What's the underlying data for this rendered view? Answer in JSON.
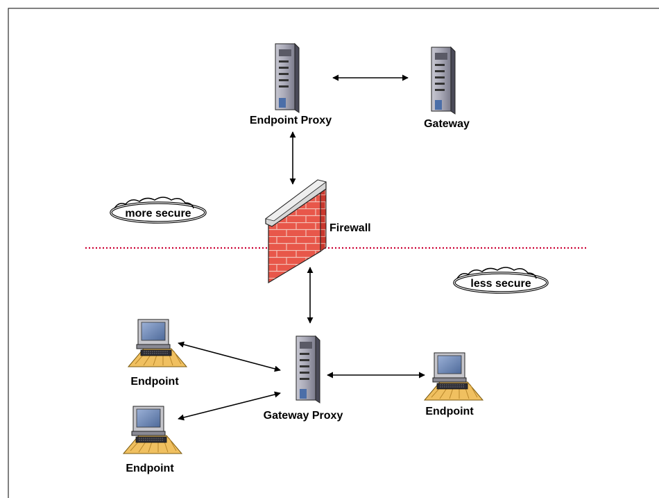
{
  "nodes": {
    "endpoint_proxy": "Endpoint Proxy",
    "gateway": "Gateway",
    "firewall": "Firewall",
    "gateway_proxy": "Gateway Proxy",
    "endpoint_left_top": "Endpoint",
    "endpoint_left_bottom": "Endpoint",
    "endpoint_right": "Endpoint"
  },
  "zones": {
    "upper": "more secure",
    "lower": "less secure"
  },
  "colors": {
    "boundary_line": "#cc0033",
    "firewall_brick": "#e8574a",
    "server_body": "#9a9aa8",
    "monitor_screen": "#6f86b0"
  }
}
